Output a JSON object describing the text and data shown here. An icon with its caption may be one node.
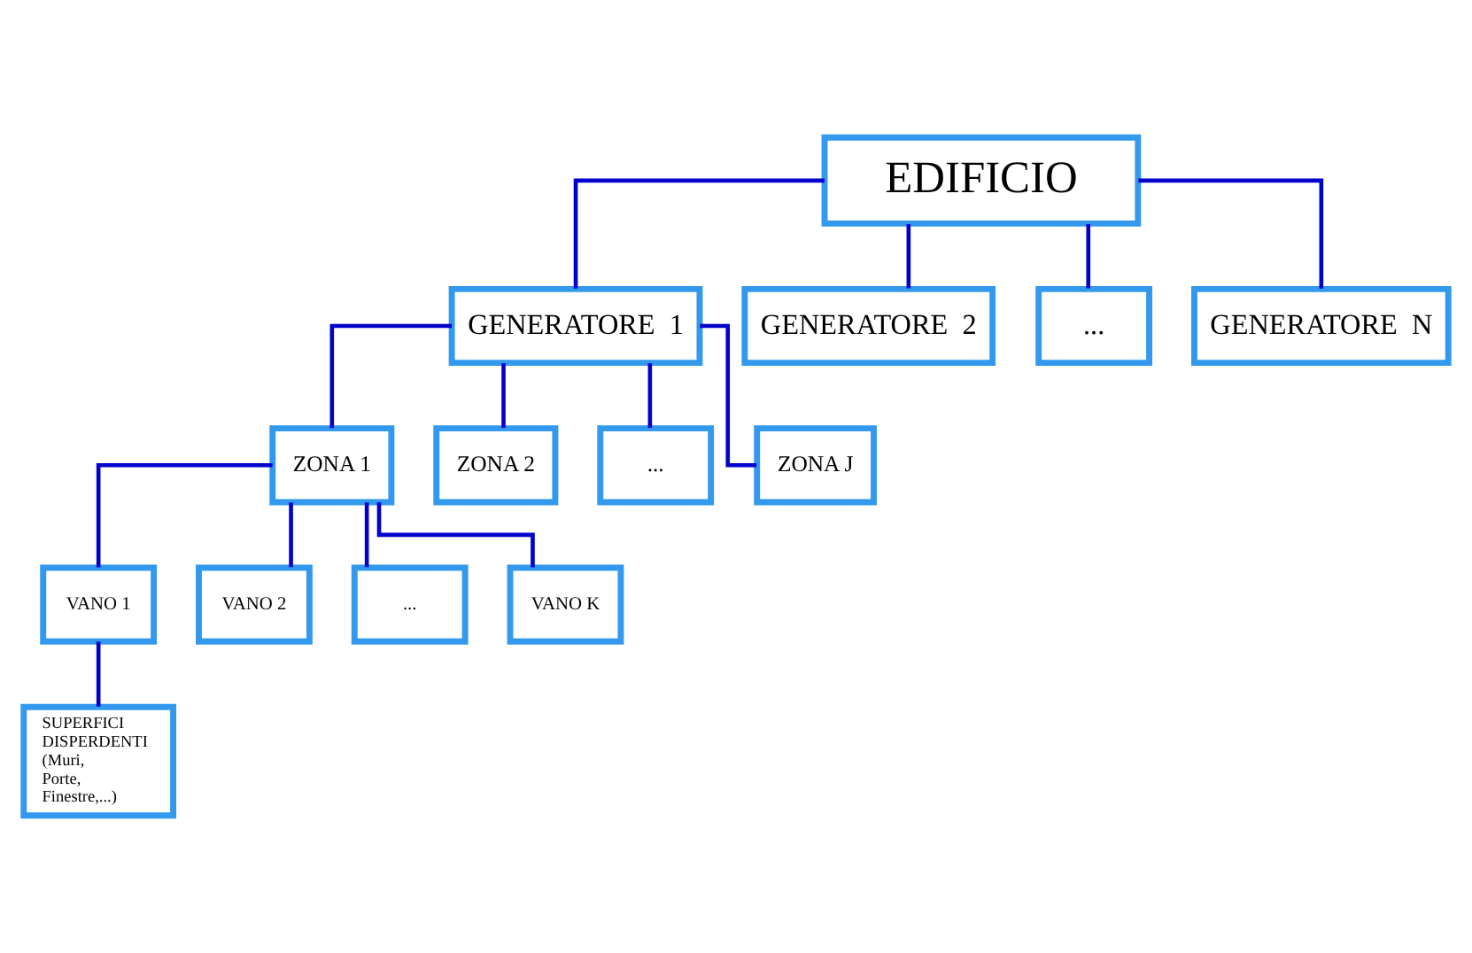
{
  "diagram": {
    "nodes": [
      {
        "text": [
          "EDIFICIO"
        ]
      },
      {
        "text": [
          "GENERATORE  1"
        ]
      },
      {
        "text": [
          "GENERATORE  2"
        ]
      },
      {
        "text": [
          "..."
        ]
      },
      {
        "text": [
          "GENERATORE  N"
        ]
      },
      {
        "text": [
          "ZONA 1"
        ]
      },
      {
        "text": [
          "ZONA 2"
        ]
      },
      {
        "text": [
          "..."
        ]
      },
      {
        "text": [
          "ZONA J"
        ]
      },
      {
        "text": [
          "VANO 1"
        ]
      },
      {
        "text": [
          "VANO 2"
        ]
      },
      {
        "text": [
          "..."
        ]
      },
      {
        "text": [
          "VANO K"
        ]
      },
      {
        "text": [
          "SUPERFICI DISPERDENTI (Muri, Porte, Finestre,...)"
        ]
      }
    ],
    "edges": [
      {
        "from": 0,
        "to": 1,
        "arrow": "none"
      },
      {
        "from": 0,
        "to": 2,
        "arrow": "none"
      },
      {
        "from": 0,
        "to": 3,
        "arrow": "none"
      },
      {
        "from": 0,
        "to": 4,
        "arrow": "none"
      },
      {
        "from": 1,
        "to": 5,
        "arrow": "none"
      },
      {
        "from": 1,
        "to": 6,
        "arrow": "none"
      },
      {
        "from": 1,
        "to": 7,
        "arrow": "none"
      },
      {
        "from": 1,
        "to": 8,
        "arrow": "none"
      },
      {
        "from": 5,
        "to": 9,
        "arrow": "none"
      },
      {
        "from": 5,
        "to": 10,
        "arrow": "none"
      },
      {
        "from": 5,
        "to": 11,
        "arrow": "none"
      },
      {
        "from": 5,
        "to": 12,
        "arrow": "none"
      },
      {
        "from": 9,
        "to": 13,
        "arrow": "none"
      }
    ]
  }
}
